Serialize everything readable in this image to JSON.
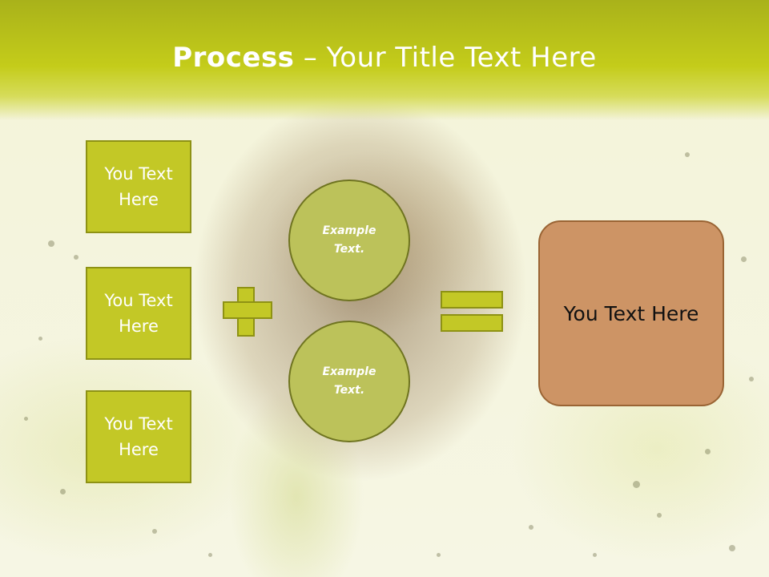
{
  "slide": {
    "title_bold": "Process",
    "title_rest": " – Your Title Text Here",
    "left_boxes": [
      {
        "label": "You Text Here"
      },
      {
        "label": "You Text Here"
      },
      {
        "label": "You Text Here"
      }
    ],
    "circles": [
      {
        "label": "Example Text."
      },
      {
        "label": "Example Text."
      }
    ],
    "result_label": "You Text Here",
    "operators": {
      "plus": "plus-icon",
      "equals": "equals-icon"
    }
  },
  "colors": {
    "header": "#c4cc1a",
    "box_fill": "#c3c826",
    "circle_fill": "#bcc25a",
    "result_fill": "#cd9465"
  }
}
